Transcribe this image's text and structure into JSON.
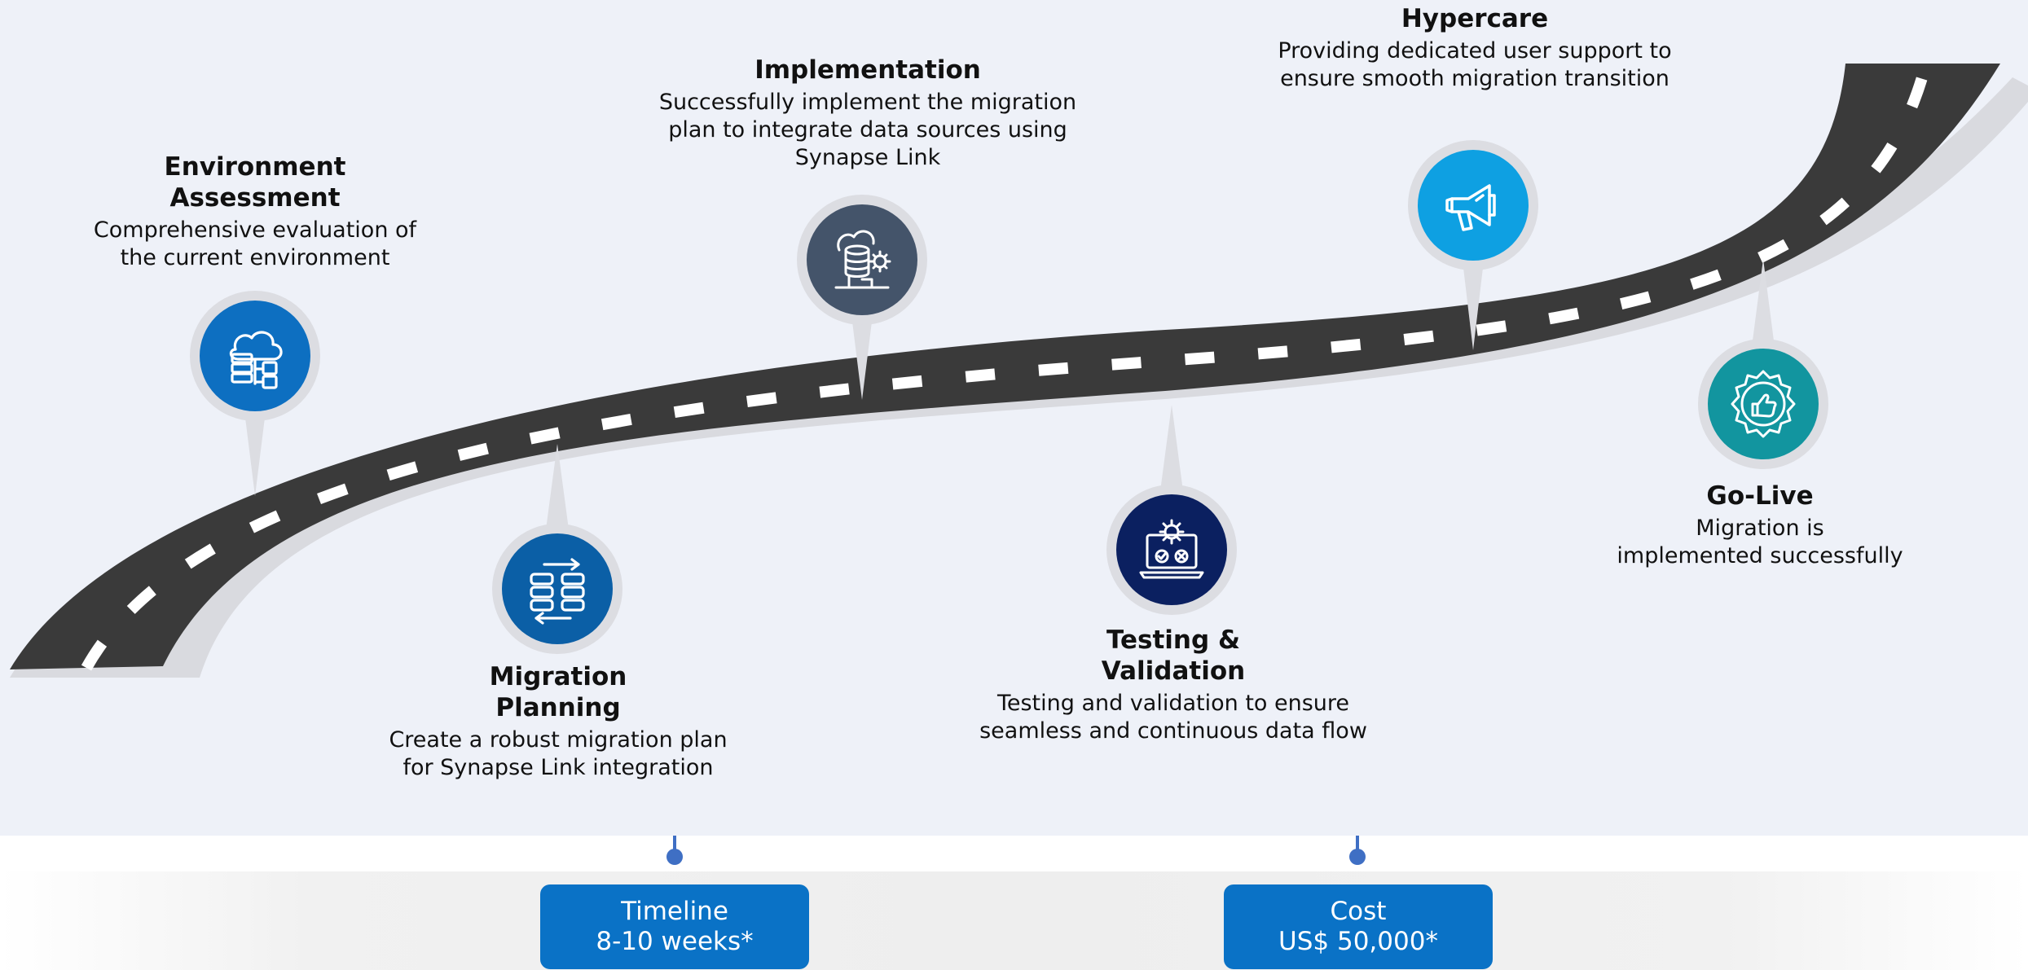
{
  "colors": {
    "background": "#eef1f8",
    "road": "#3a3a3a",
    "road_shadow": "#d9dadf",
    "lane_marks": "#ffffff",
    "summary_box": "#0a72c6",
    "connector": "#3f6fc4"
  },
  "milestones": [
    {
      "id": "env",
      "title": "Environment\nAssessment",
      "description": "Comprehensive evaluation of\nthe current environment",
      "icon": "cloud-server-icon",
      "icon_color": "#0d6fc1"
    },
    {
      "id": "plan",
      "title": "Migration\nPlanning",
      "description": "Create a robust migration plan\nfor Synapse Link integration",
      "icon": "data-transfer-icon",
      "icon_color": "#0b5fa6"
    },
    {
      "id": "impl",
      "title": "Implementation",
      "description": "Successfully implement the migration\nplan to integrate data sources using\nSynapse Link",
      "icon": "database-gear-icon",
      "icon_color": "#44546a"
    },
    {
      "id": "test",
      "title": "Testing &\nValidation",
      "description": "Testing and validation to ensure\nseamless and continuous data flow",
      "icon": "laptop-gear-icon",
      "icon_color": "#0b2060"
    },
    {
      "id": "hyper",
      "title": "Hypercare",
      "description": "Providing dedicated user support to\nensure smooth migration transition",
      "icon": "megaphone-icon",
      "icon_color": "#0ea0e2"
    },
    {
      "id": "golive",
      "title": "Go-Live",
      "description": "Migration is\nimplemented successfully",
      "icon": "thumbs-up-badge-icon",
      "icon_color": "#12959f"
    }
  ],
  "summary": {
    "timeline": {
      "label": "Timeline",
      "value": "8-10 weeks*"
    },
    "cost": {
      "label": "Cost",
      "value": "US$ 50,000*"
    }
  }
}
